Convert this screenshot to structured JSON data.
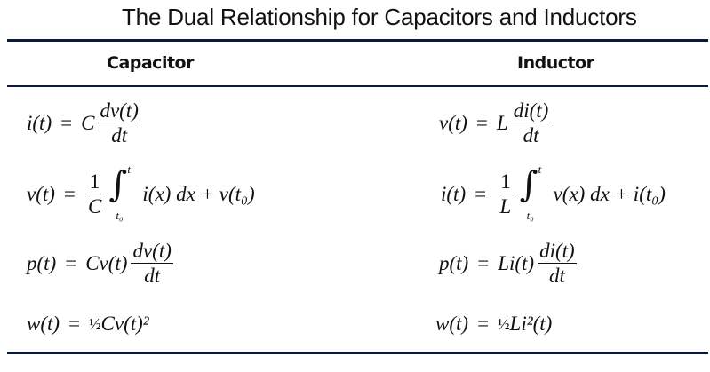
{
  "title": "The Dual Relationship for Capacitors and Inductors",
  "headers": {
    "capacitor": "Capacitor",
    "inductor": "Inductor"
  },
  "capacitor": {
    "row1": {
      "lhs": "i(t)",
      "eq": "=",
      "coef": "C",
      "num": "dv(t)",
      "den": "dt"
    },
    "row2": {
      "lhs": "v(t)",
      "eq": "=",
      "num": "1",
      "den": "C",
      "upper": "t",
      "lower": "t₀",
      "integrand": "i(x) dx + v(t₀)"
    },
    "row3": {
      "lhs": "p(t)",
      "eq": "=",
      "coef": "Cv(t)",
      "num": "dv(t)",
      "den": "dt"
    },
    "row4": {
      "lhs": "w(t)",
      "eq": "=",
      "half": "½",
      "rhs": "Cv(t)²"
    }
  },
  "inductor": {
    "row1": {
      "lhs": "v(t)",
      "eq": "=",
      "coef": "L",
      "num": "di(t)",
      "den": "dt"
    },
    "row2": {
      "lhs": "i(t)",
      "eq": "=",
      "num": "1",
      "den": "L",
      "upper": "t",
      "lower": "t₀",
      "integrand": "v(x) dx + i(t₀)"
    },
    "row3": {
      "lhs": "p(t)",
      "eq": "=",
      "coef": "Li(t)",
      "num": "di(t)",
      "den": "dt"
    },
    "row4": {
      "lhs": "w(t)",
      "eq": "=",
      "half": "½",
      "rhs": "Li²(t)"
    }
  },
  "colors": {
    "rule": "#0d1a3a"
  }
}
